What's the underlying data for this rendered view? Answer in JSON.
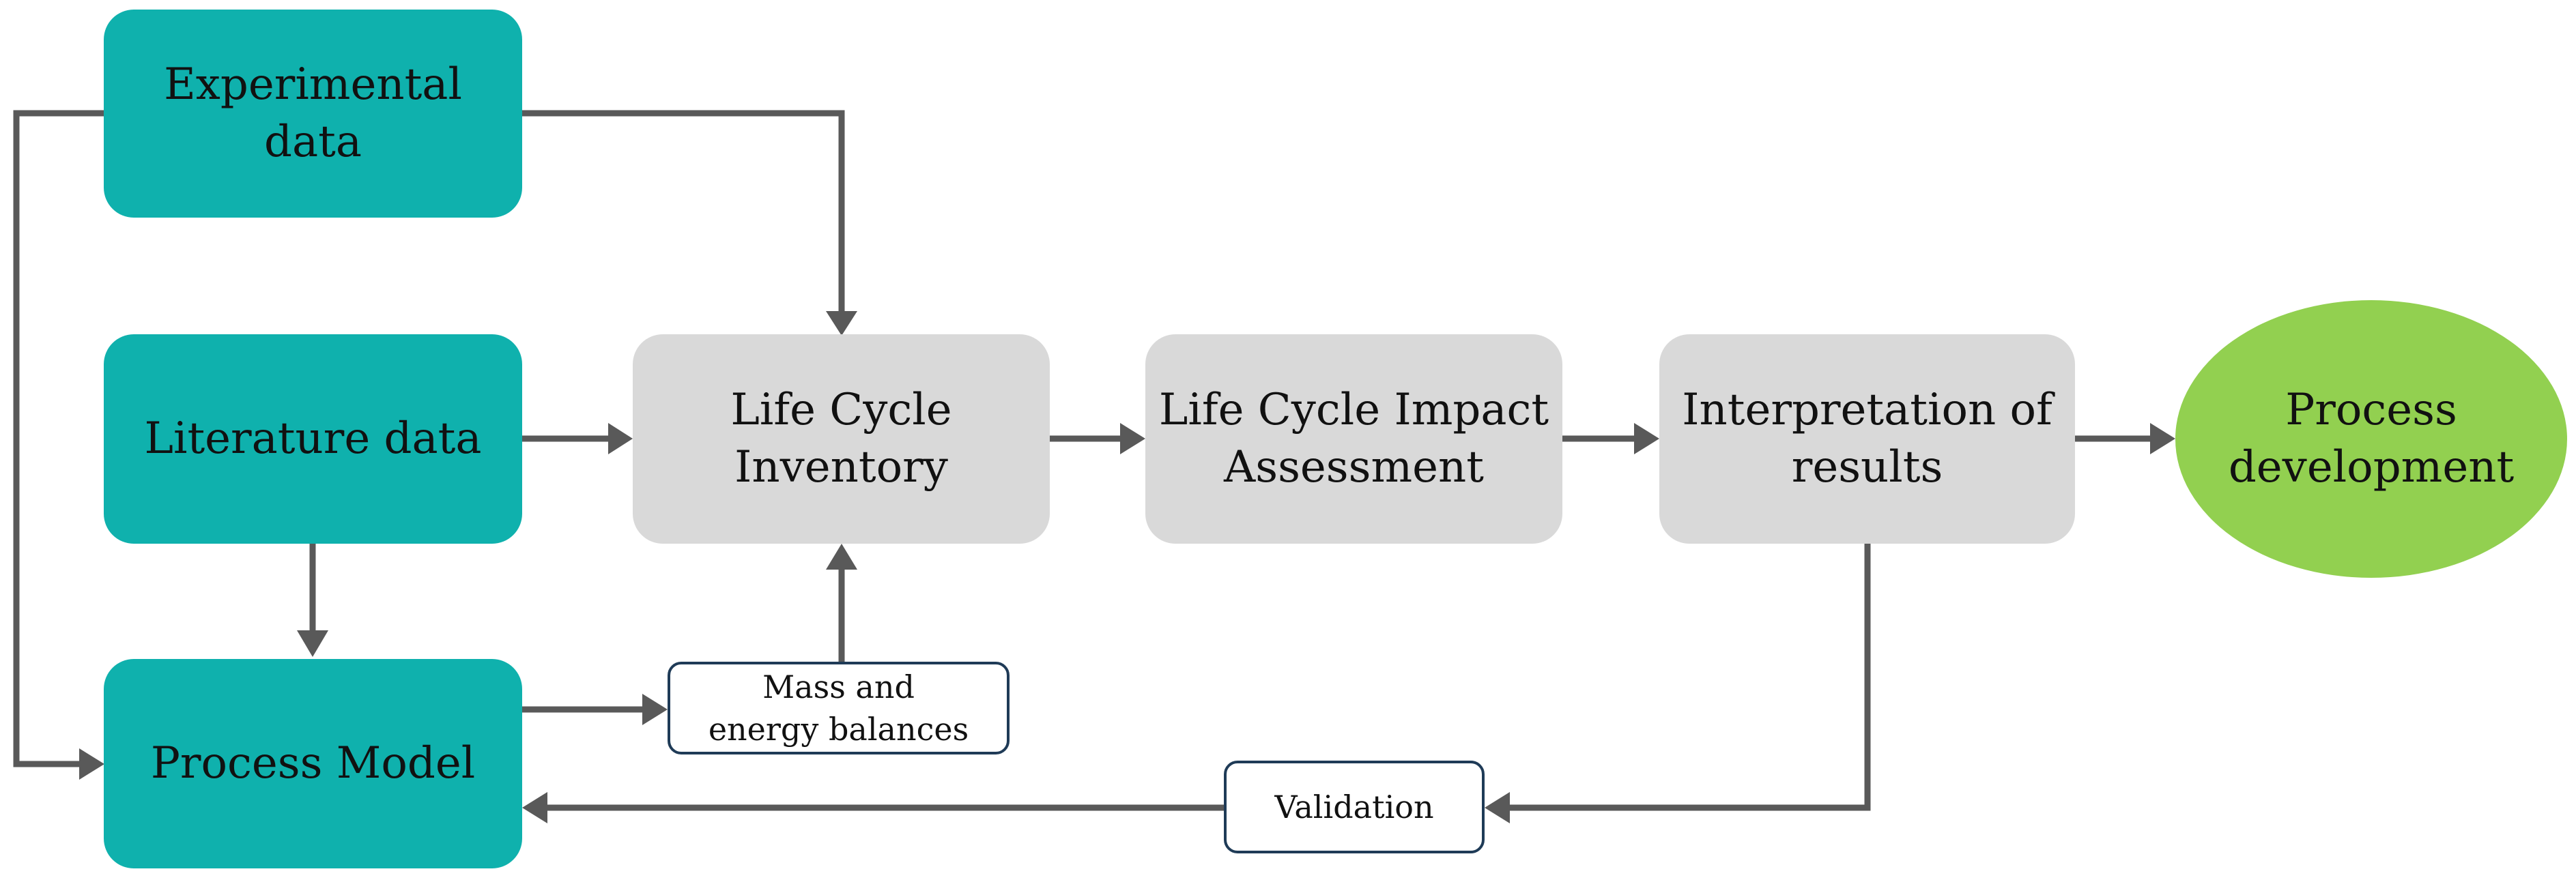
{
  "diagram": {
    "nodes": {
      "experimental": {
        "line1": "Experimental",
        "line2": "data"
      },
      "literature": {
        "line1": "Literature data"
      },
      "process_model": {
        "line1": "Process Model"
      },
      "lci": {
        "line1": "Life Cycle",
        "line2": "Inventory"
      },
      "lcia": {
        "line1": "Life Cycle Impact",
        "line2": "Assessment"
      },
      "interpretation": {
        "line1": "Interpretation of",
        "line2": "results"
      },
      "process_dev": {
        "line1": "Process",
        "line2": "development"
      },
      "mass_energy": {
        "line1": "Mass and",
        "line2": "energy balances"
      },
      "validation": {
        "line1": "Validation"
      }
    },
    "colors": {
      "teal": "#0fb1ad",
      "grey": "#d9d9d9",
      "green": "#92d050",
      "connector": "#595959",
      "small_box_border": "#1f3b57"
    }
  }
}
